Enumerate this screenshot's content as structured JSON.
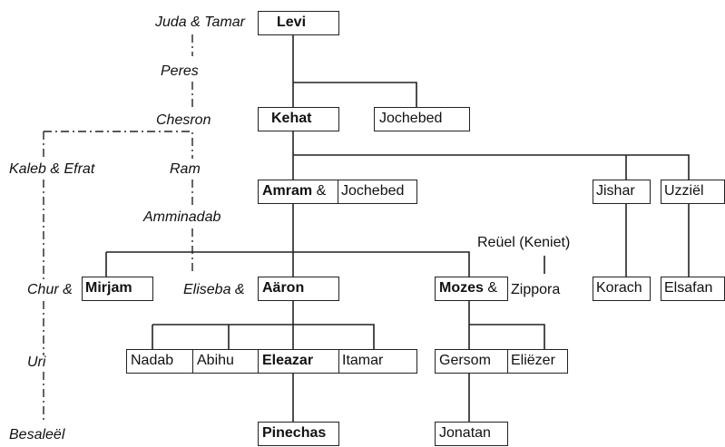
{
  "people": {
    "levi": "Levi",
    "kehat": "Kehat",
    "jochebed_sister": "Jochebed",
    "amram": "Amram",
    "amp": "&",
    "jochebed": "Jochebed",
    "jishar": "Jishar",
    "uzziel": "Uzziël",
    "mirjam": "Mirjam",
    "aaron": "Aäron",
    "mozes": "Mozes",
    "zippora": "Zippora",
    "reuel": "Reüel (Keniet)",
    "korach": "Korach",
    "elsafan": "Elsafan",
    "nadab": "Nadab",
    "abihu": "Abihu",
    "eleazar": "Eleazar",
    "itamar": "Itamar",
    "gersom": "Gersom",
    "eliezer": "Eliëzer",
    "pinechas": "Pinechas",
    "jonatan": "Jonatan"
  },
  "juda_line": {
    "juda_tamar": "Juda & Tamar",
    "peres": "Peres",
    "chesron": "Chesron",
    "kaleb_efrat": "Kaleb & Efrat",
    "ram": "Ram",
    "amminadab": "Amminadab",
    "chur": "Chur &",
    "eliseba": "Eliseba &",
    "uri": "Uri",
    "besaleel": "Besaleël"
  }
}
